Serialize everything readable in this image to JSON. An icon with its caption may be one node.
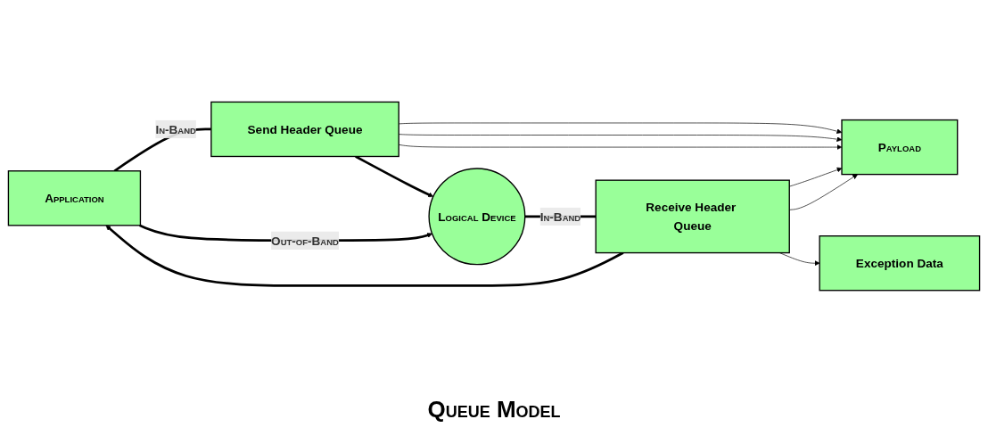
{
  "diagram": {
    "caption": "Queue Model",
    "nodes": [
      {
        "text": [
          "Application"
        ]
      },
      {
        "text": [
          "Send Header Queue"
        ]
      },
      {
        "text": [
          "Payload"
        ]
      },
      {
        "text": [
          "Receive Header Queue"
        ]
      },
      {
        "text": [
          "Exception Data"
        ]
      },
      {
        "text": [
          "Logical Device"
        ]
      }
    ],
    "edges": [
      {
        "from": 0,
        "to": 1,
        "arrow": "none",
        "label": "In-Band",
        "style": "thick"
      },
      {
        "from": 1,
        "to": 5,
        "arrow": "to",
        "style": "thick"
      },
      {
        "from": 1,
        "to": 2,
        "arrow": "to"
      },
      {
        "from": 1,
        "to": 2,
        "arrow": "to"
      },
      {
        "from": 1,
        "to": 2,
        "arrow": "to"
      },
      {
        "from": 3,
        "to": 2,
        "arrow": "to"
      },
      {
        "from": 3,
        "to": 2,
        "arrow": "to"
      },
      {
        "from": 5,
        "to": 3,
        "arrow": "none",
        "label": "In-Band",
        "style": "thick"
      },
      {
        "from": 3,
        "to": 0,
        "arrow": "to",
        "style": "thick"
      },
      {
        "from": 3,
        "to": 4,
        "arrow": "to"
      },
      {
        "from": 0,
        "to": 5,
        "arrow": "to",
        "label": "Out-of-Band",
        "style": "thick"
      }
    ]
  }
}
